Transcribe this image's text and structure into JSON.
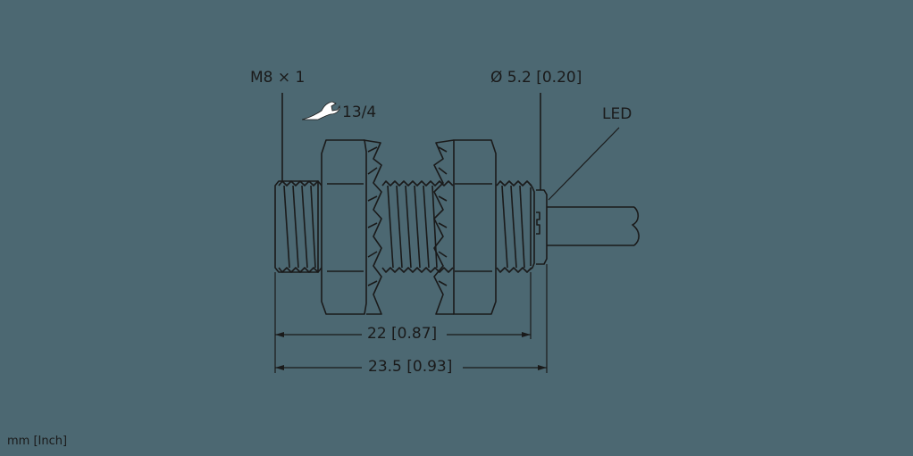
{
  "diagram": {
    "type": "technical-dimension-drawing",
    "subject": "threaded cylindrical sensor with two hex nuts, serrated lock washers and cable",
    "background_color": "#4c6872",
    "line_color": "#1a1a1a",
    "labels": {
      "thread": "M8 × 1",
      "wrench_size": "13/4",
      "cable_diameter": "Ø 5.2 [0.20]",
      "led": "LED",
      "length_thread": "22 [0.87]",
      "length_total": "23.5 [0.93]",
      "units": "mm [Inch]"
    },
    "icons": {
      "wrench": "wrench-icon"
    }
  }
}
